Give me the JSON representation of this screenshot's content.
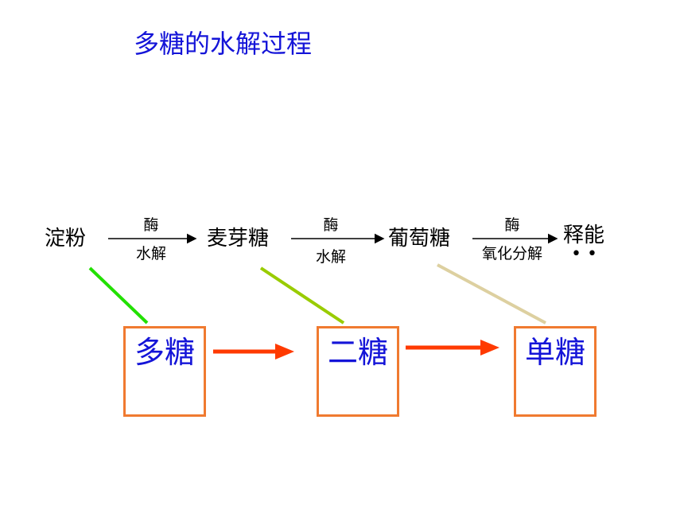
{
  "title": "多糖的水解过程",
  "equation": {
    "compounds": [
      "淀粉",
      "麦芽糖",
      "葡萄糖",
      "释能"
    ],
    "arrows": [
      {
        "above": "酶",
        "below": "水解"
      },
      {
        "above": "酶",
        "below": "水解"
      },
      {
        "above": "酶",
        "below": "氧化分解"
      }
    ],
    "dots": "• •"
  },
  "categories": [
    "多糖",
    "二糖",
    "单糖"
  ],
  "colors": {
    "title": "#1414d8",
    "box_border": "#f07a30",
    "box_label": "#1414d8",
    "flow_arrow": "#ff3a00",
    "connector_1": "#22e000",
    "connector_2": "#99cc00",
    "connector_3": "#ddd0a0"
  }
}
